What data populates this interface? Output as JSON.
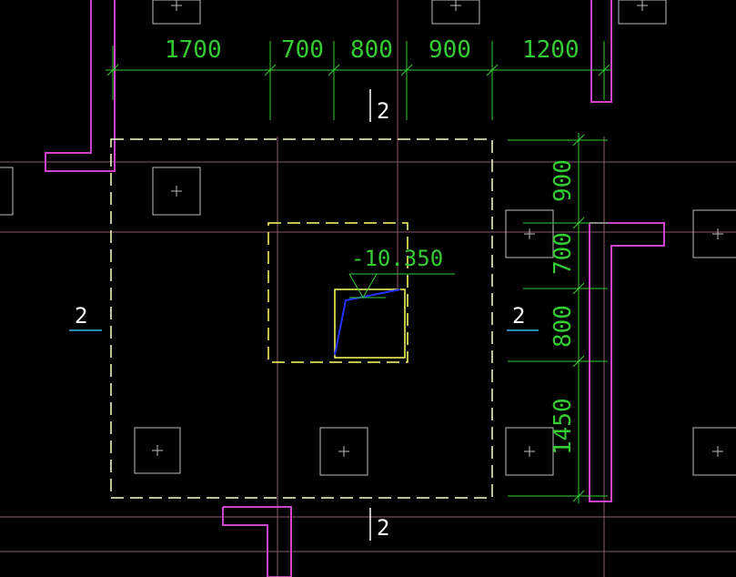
{
  "colors": {
    "background": "#000000",
    "dimension": "#33cc33",
    "wall": "#cc44cc",
    "grid": "#8a5a6a",
    "column": "#bbbbbb",
    "foundation_outline": "#ffffcc",
    "pit_outline": "#ffff66",
    "section_marker": "#ffffff",
    "section_underline": "#33bbdd",
    "leader": "#2233ff"
  },
  "top_dimensions": [
    "1700",
    "700",
    "800",
    "900",
    "1200"
  ],
  "right_dimensions": [
    "900",
    "700",
    "800",
    "1450"
  ],
  "elevation": "-10.350",
  "section_marks": {
    "top": "2",
    "bottom": "2",
    "left": "2",
    "right": "2"
  },
  "icons": {
    "column_marker": "plus-in-square-icon"
  }
}
